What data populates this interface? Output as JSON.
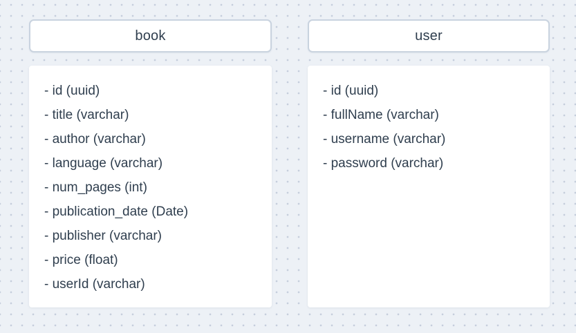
{
  "canvas": {
    "background_color": "#edf1f6",
    "dot_color": "#c5cedc"
  },
  "colors": {
    "text": "#2f3e4e",
    "header_border": "#c9d3df",
    "card_background": "#ffffff"
  },
  "entities": {
    "book": {
      "title": "book",
      "fields": [
        "- id (uuid)",
        "- title (varchar)",
        "- author (varchar)",
        "- language (varchar)",
        "- num_pages (int)",
        "- publication_date (Date)",
        "- publisher (varchar)",
        "- price (float)",
        "- userId (varchar)"
      ]
    },
    "user": {
      "title": "user",
      "fields": [
        "- id (uuid)",
        "- fullName (varchar)",
        "- username (varchar)",
        "- password (varchar)"
      ]
    }
  }
}
